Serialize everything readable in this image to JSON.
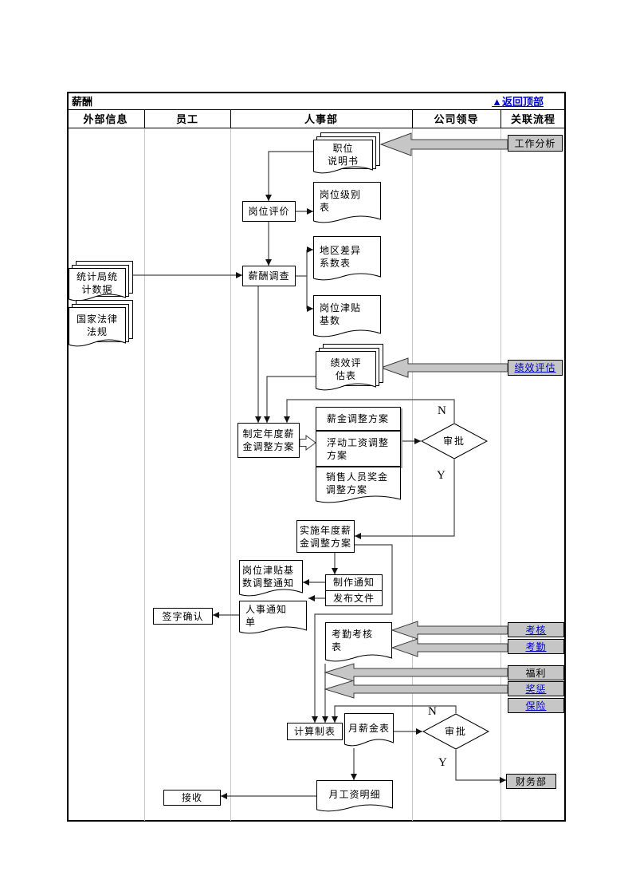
{
  "title": "薪酬",
  "back_to_top": "▲返回顶部",
  "columns": [
    "外部信息",
    "员工",
    "人事部",
    "公司领导",
    "关联流程"
  ],
  "nodes": {
    "job_desc": "职位\n说明书",
    "job_eval": "岗位评价",
    "job_grade": "岗位级别\n表",
    "salary_survey": "薪酬调查",
    "region_coef": "地区差异\n系数表",
    "allowance_base": "岗位津贴\n基数",
    "stats_data": "统计局统\n计数据",
    "national_laws": "国家法律\n法规",
    "perf_eval_form": "绩效评\n估表",
    "make_plan": "制定年度薪\n金调整方案",
    "plan_salary": "薪金调整方案",
    "plan_floating": "浮动工资调整\n方案",
    "plan_sales_bonus": "销售人员奖金\n调整方案",
    "approve1": "审批",
    "implement_plan": "实施年度薪\n金调整方案",
    "make_notice": "制作通知",
    "publish_doc": "发布文件",
    "allowance_notice": "岗位津贴基\n数调整通知",
    "hr_notice": "人事通知\n单",
    "sign_confirm": "签字确认",
    "attendance_form": "考勤考核\n表",
    "calc_sheet": "计算制表",
    "monthly_salary": "月薪金表",
    "approve2": "审批",
    "finance_dept": "财务部",
    "salary_detail": "月工资明细",
    "receive": "接收"
  },
  "links": {
    "work_analysis": "工作分析",
    "perf_eval": "绩效评估",
    "assessment": "考核",
    "attendance": "考勤",
    "welfare": "福利",
    "reward_punish": "奖惩",
    "insurance": "保险"
  },
  "branch": {
    "n": "N",
    "y": "Y"
  },
  "colors": {
    "link_blue": "#0000cc",
    "gray_fill": "#c6c6c6",
    "line": "#444444",
    "separator": "#c9c9c9"
  }
}
